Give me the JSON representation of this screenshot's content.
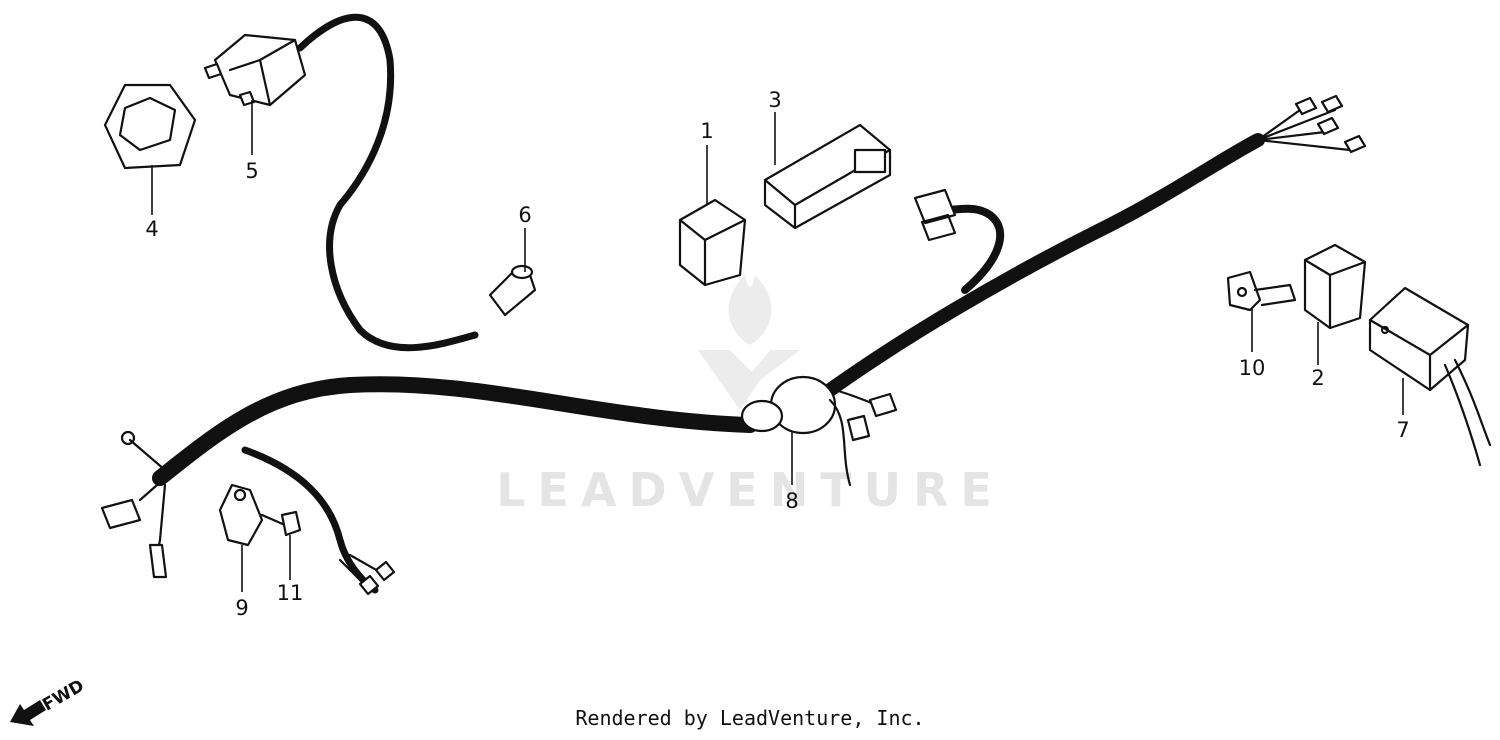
{
  "watermark": {
    "text": "LEADVENTURE"
  },
  "footer": {
    "text": "Rendered by LeadVenture, Inc."
  },
  "direction": {
    "label": "FWD"
  },
  "callouts": {
    "c1": "1",
    "c2": "2",
    "c3": "3",
    "c4": "4",
    "c5": "5",
    "c6": "6",
    "c7": "7",
    "c8": "8",
    "c9": "9",
    "c10": "10",
    "c11": "11"
  },
  "colors": {
    "line": "#111111",
    "watermark": "#e4e4e4",
    "background": "#ffffff"
  },
  "icons": {
    "direction_arrow": "arrow-left-down-icon"
  }
}
